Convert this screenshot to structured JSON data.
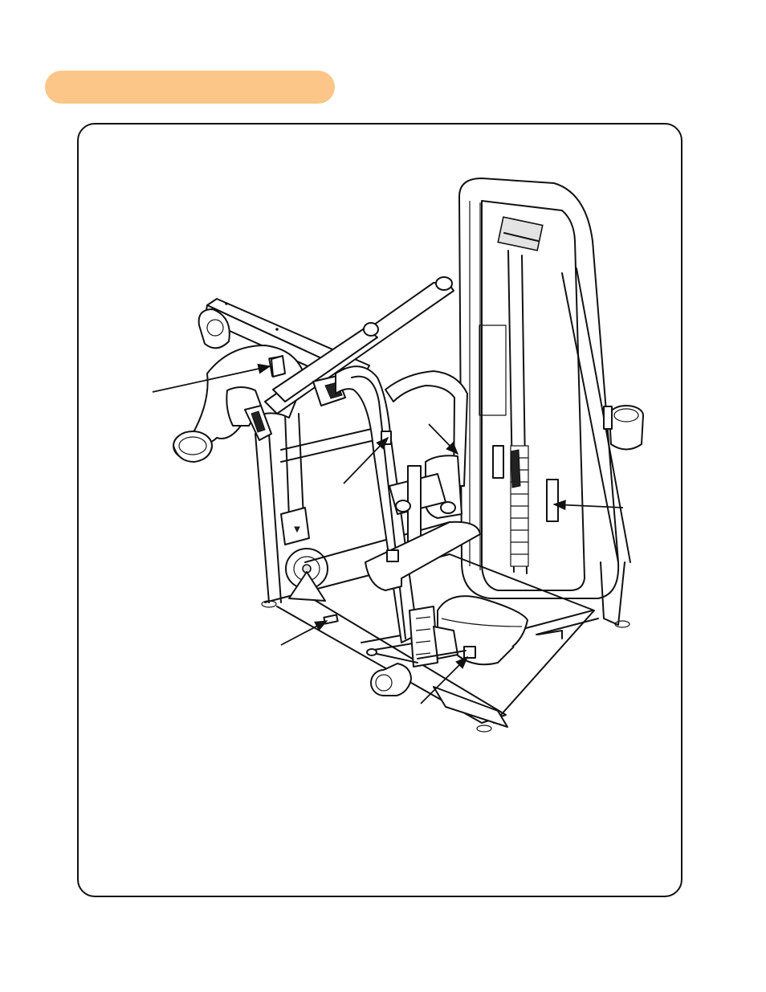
{
  "header": {
    "title": ""
  },
  "figure": {
    "callouts": [
      {
        "id": "callout-1",
        "label": ""
      },
      {
        "id": "callout-2",
        "label": ""
      },
      {
        "id": "callout-3",
        "label": ""
      },
      {
        "id": "callout-4",
        "label": ""
      },
      {
        "id": "callout-5",
        "label": ""
      },
      {
        "id": "callout-6",
        "label": ""
      }
    ]
  },
  "colors": {
    "header_fill": "#fbc688",
    "line": "#111111"
  },
  "icons": [
    "weight-stack-machine-illustration"
  ]
}
